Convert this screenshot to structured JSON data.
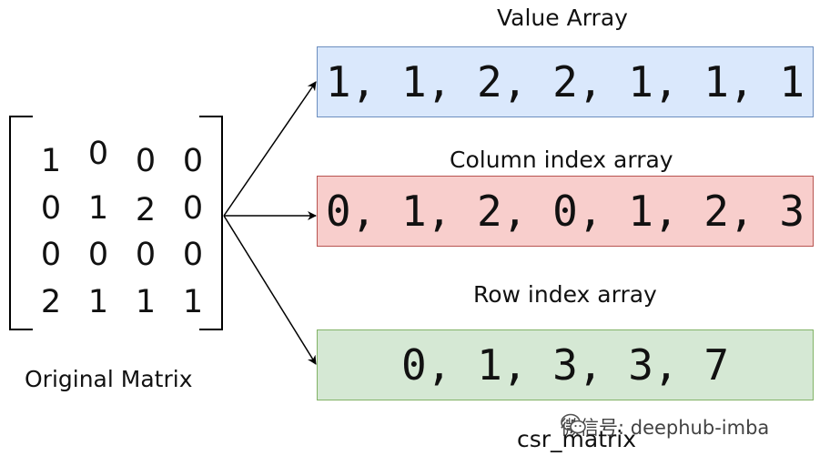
{
  "matrix": {
    "rows": [
      [
        "1",
        "0",
        "0",
        "0"
      ],
      [
        "0",
        "1",
        "2",
        "0"
      ],
      [
        "0",
        "0",
        "0",
        "0"
      ],
      [
        "2",
        "1",
        "1",
        "1"
      ]
    ],
    "caption": "Original Matrix"
  },
  "arrays": [
    {
      "title": "Value Array",
      "values": "1, 1, 2, 2, 1, 1, 1",
      "fill": "#dae8fc",
      "stroke": "#6c8ebf"
    },
    {
      "title": "Column index array",
      "values": "0, 1, 2, 0, 1, 2, 3",
      "fill": "#f8cecc",
      "stroke": "#b85450"
    },
    {
      "title": "Row index array",
      "values": "0, 1, 3, 3, 7",
      "fill": "#d5e8d4",
      "stroke": "#82b366"
    }
  ],
  "result_caption": "csr_matrix",
  "watermark": {
    "icon": "wechat-icon",
    "text": "微信号: deephub-imba"
  }
}
